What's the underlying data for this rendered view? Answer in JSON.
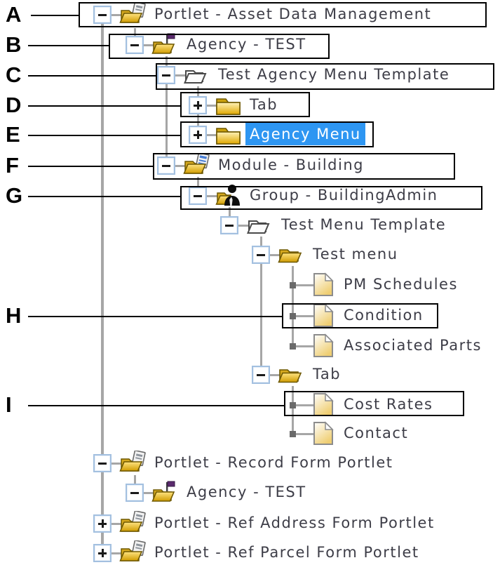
{
  "colors": {
    "selection_bg": "#2e96f2",
    "selection_text": "#ffffff",
    "text": "#3d3d47",
    "connector": "#a6a6a6",
    "folder_yellow": "#eebc2a",
    "flag_purple": "#5b2a6e"
  },
  "tree": {
    "rows": [
      {
        "label": "Portlet - Asset Data Management",
        "icon": "portlet-icon",
        "expander": "minus",
        "letter": "A"
      },
      {
        "label": "Agency - TEST",
        "icon": "agency-flag-icon",
        "expander": "minus",
        "letter": "B"
      },
      {
        "label": "Test Agency Menu Template",
        "icon": "menu-template-icon",
        "expander": "minus",
        "letter": "C"
      },
      {
        "label": "Tab",
        "icon": "closed-folder-icon",
        "expander": "plus",
        "letter": "D"
      },
      {
        "label": "Agency Menu",
        "icon": "closed-folder-icon",
        "expander": "plus",
        "letter": "E",
        "selected": true
      },
      {
        "label": "Module - Building",
        "icon": "module-icon",
        "expander": "minus",
        "letter": "F"
      },
      {
        "label": "Group - BuildingAdmin",
        "icon": "group-icon",
        "expander": "minus",
        "letter": "G"
      },
      {
        "label": "Test Menu Template",
        "icon": "menu-template-icon",
        "expander": "minus"
      },
      {
        "label": "Test menu",
        "icon": "open-folder-icon",
        "expander": "minus"
      },
      {
        "label": "PM Schedules",
        "icon": "document-icon",
        "expander": "bullet"
      },
      {
        "label": "Condition",
        "icon": "document-icon",
        "expander": "bullet",
        "letter": "H"
      },
      {
        "label": "Associated Parts",
        "icon": "document-icon",
        "expander": "bullet"
      },
      {
        "label": "Tab",
        "icon": "open-folder-icon",
        "expander": "minus"
      },
      {
        "label": "Cost Rates",
        "icon": "document-icon",
        "expander": "bullet",
        "letter": "I"
      },
      {
        "label": "Contact",
        "icon": "document-icon",
        "expander": "bullet"
      },
      {
        "label": "Portlet - Record Form Portlet",
        "icon": "portlet-icon",
        "expander": "minus"
      },
      {
        "label": "Agency - TEST",
        "icon": "agency-flag-icon",
        "expander": "minus"
      },
      {
        "label": "Portlet - Ref Address Form Portlet",
        "icon": "portlet-icon",
        "expander": "plus"
      },
      {
        "label": "Portlet - Ref Parcel Form Portlet",
        "icon": "portlet-icon",
        "expander": "plus"
      }
    ]
  }
}
